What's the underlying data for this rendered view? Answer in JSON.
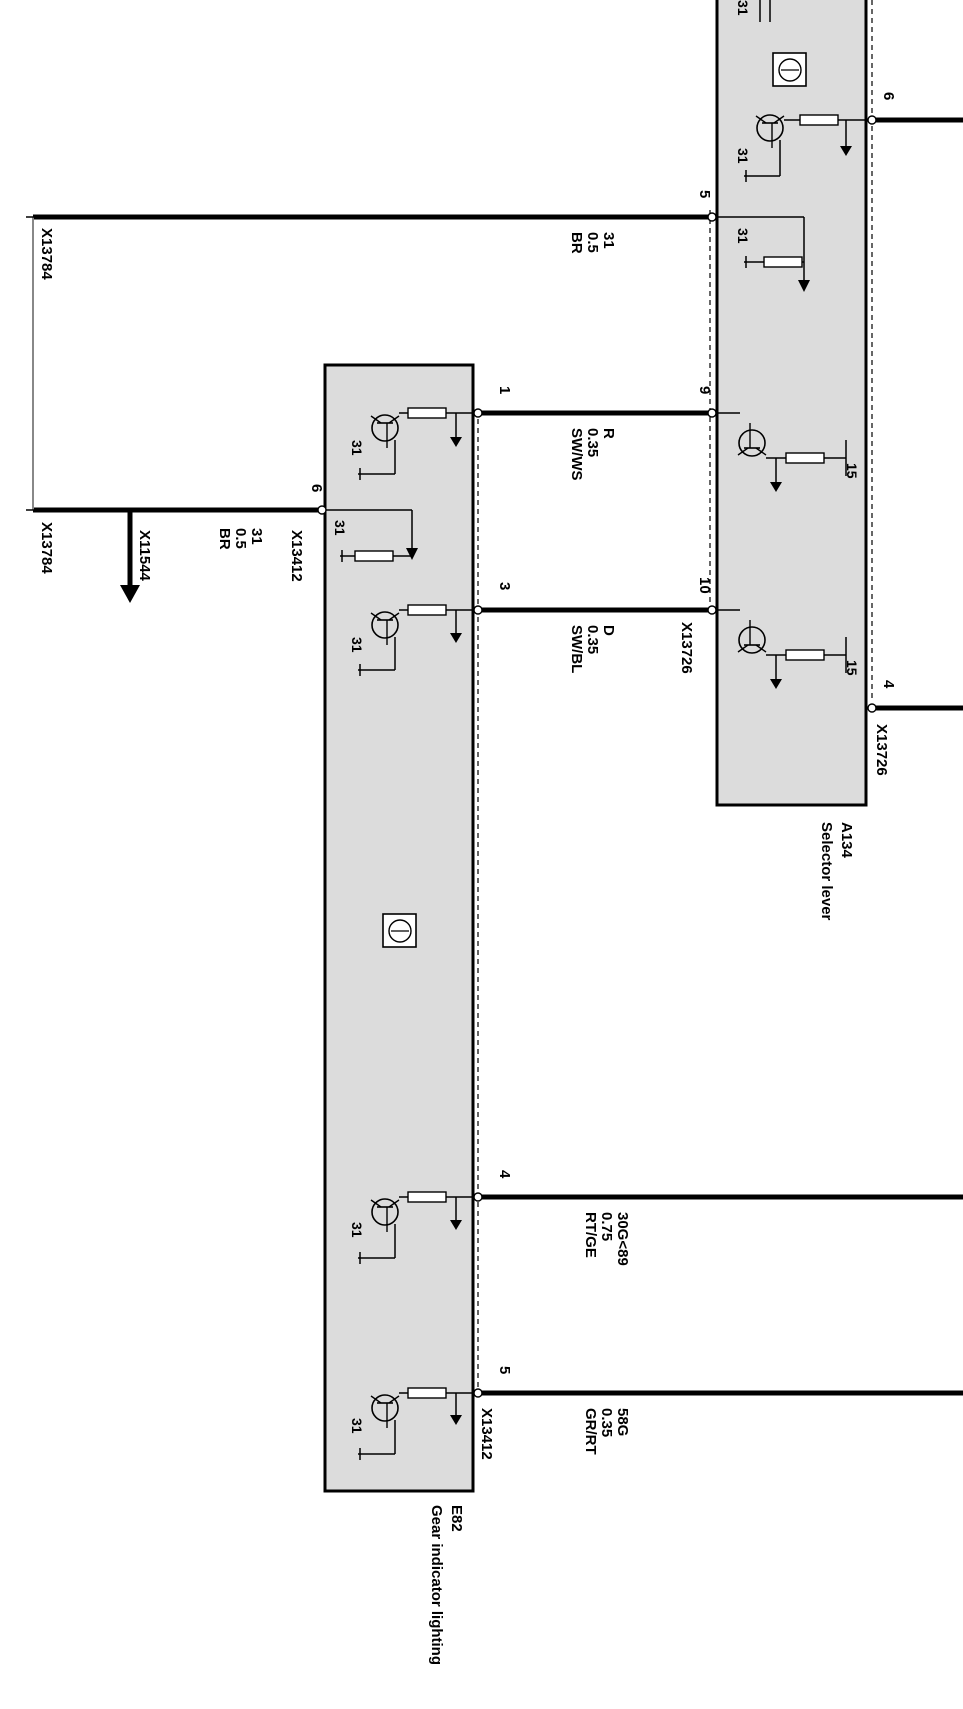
{
  "modules": {
    "selector_lever": {
      "code": "A134",
      "name": "Selector lever"
    },
    "gear_indicator": {
      "code": "E82",
      "name": "Gear indicator lighting"
    }
  },
  "connectors": {
    "x13784_top": "X13784",
    "x13784_bottom": "X13784",
    "x11544": "X11544",
    "x13412_pin6": "X13412",
    "x13412_pin5": "X13412",
    "x13726_pin10": "X13726",
    "x13726_pin4": "X13726"
  },
  "pins": {
    "sel_6": "6",
    "sel_5": "5",
    "sel_9": "9",
    "sel_10": "10",
    "sel_4": "4",
    "gear_1": "1",
    "gear_6": "6",
    "gear_3": "3",
    "gear_4": "4",
    "gear_5": "5"
  },
  "wires": {
    "w_31_top": {
      "signal": "31",
      "size": "0.5",
      "color": "BR"
    },
    "w_31_bottom": {
      "signal": "31",
      "size": "0.5",
      "color": "BR"
    },
    "w_R": {
      "signal": "R",
      "size": "0.35",
      "color": "SW/WS"
    },
    "w_D": {
      "signal": "D",
      "size": "0.35",
      "color": "SW/BL"
    },
    "w_30G": {
      "signal": "30G<89",
      "size": "0.75",
      "color": "RT/GE"
    },
    "w_58G": {
      "signal": "58G",
      "size": "0.35",
      "color": "GR/RT"
    }
  },
  "ground_labels": {
    "g31": "31",
    "g15": "15"
  }
}
